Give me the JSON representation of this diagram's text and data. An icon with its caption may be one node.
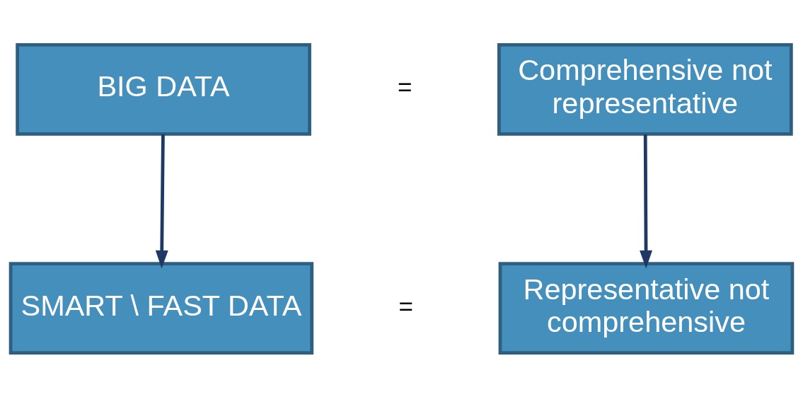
{
  "diagram": {
    "nodes": [
      {
        "text": [
          "BIG DATA"
        ]
      },
      {
        "text": [
          "Comprehensive not representative"
        ]
      },
      {
        "text": [
          "SMART \\ FAST DATA"
        ]
      },
      {
        "text": [
          "Representative not comprehensive"
        ]
      }
    ],
    "edges": [
      {
        "from": 0,
        "to": 2,
        "arrow": "to"
      },
      {
        "from": 1,
        "to": 3,
        "arrow": "to"
      }
    ],
    "labels": [
      "=",
      "="
    ]
  }
}
